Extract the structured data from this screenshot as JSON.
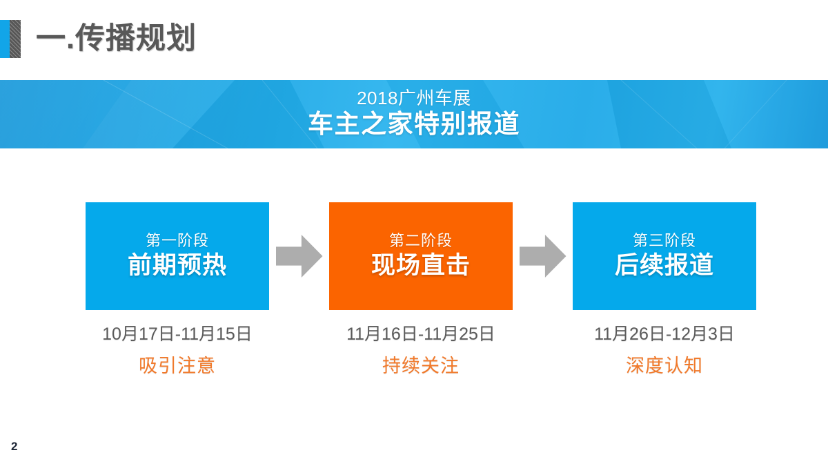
{
  "slide": {
    "page_number": "2",
    "section_title": "一.传播规划",
    "accent_blue": "#05A9EB",
    "accent_orange": "#FB6400",
    "caption_orange": "#F1792A",
    "title_gray": "#585858",
    "arrow_gray": "#ADADAD"
  },
  "banner": {
    "subtitle": "2018广州车展",
    "title": "车主之家特别报道"
  },
  "flow": {
    "phases": [
      {
        "stage_label": "第一阶段",
        "stage_name": "前期预热",
        "color": "#05A9EB",
        "date_range": "10月17日-11月15日",
        "goal": "吸引注意"
      },
      {
        "stage_label": "第二阶段",
        "stage_name": "现场直击",
        "color": "#FB6400",
        "date_range": "11月16日-11月25日",
        "goal": "持续关注"
      },
      {
        "stage_label": "第三阶段",
        "stage_name": "后续报道",
        "color": "#05A9EB",
        "date_range": "11月26日-12月3日",
        "goal": "深度认知"
      }
    ],
    "arrows": [
      {
        "name": "arrow-phase1-to-phase2"
      },
      {
        "name": "arrow-phase2-to-phase3"
      }
    ]
  }
}
